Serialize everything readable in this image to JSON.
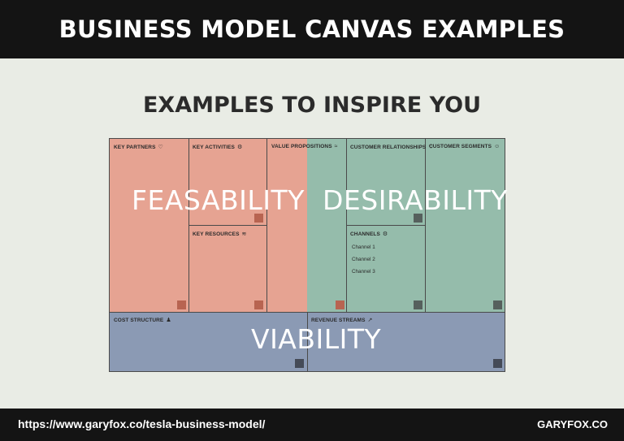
{
  "header": {
    "title": "BUSINESS MODEL CANVAS EXAMPLES"
  },
  "subtitle": "EXAMPLES TO INSPIRE YOU",
  "canvas": {
    "blocks": {
      "key_partners": {
        "label": "KEY PARTNERS",
        "icon": "handshake-icon"
      },
      "key_activities": {
        "label": "KEY ACTIVITIES",
        "icon": "gears-icon"
      },
      "key_resources": {
        "label": "KEY RESOURCES",
        "icon": "factory-icon"
      },
      "value_propositions": {
        "label": "VALUE PROPOSITIONS",
        "icon": "wifi-icon"
      },
      "customer_relationships": {
        "label": "CUSTOMER RELATIONSHIPS",
        "icon": "heart-icon"
      },
      "customer_segments": {
        "label": "CUSTOMER SEGMENTS",
        "icon": "user-icon"
      },
      "channels": {
        "label": "CHANNELS",
        "icon": "gear-icon",
        "items": [
          "Channel 1",
          "Channel 2",
          "Channel 3"
        ]
      },
      "cost_structure": {
        "label": "COST STRUCTURE",
        "icon": "money-bag-icon"
      },
      "revenue_streams": {
        "label": "REVENUE STREAMS",
        "icon": "chart-icon"
      }
    },
    "overlays": {
      "feasability": "FEASABILITY",
      "desirability": "DESIRABILITY",
      "viability": "VIABILITY"
    },
    "colors": {
      "feasability": "#e6a392",
      "desirability": "#95bcab",
      "viability": "#8b9ab4"
    }
  },
  "footer": {
    "url": "https://www.garyfox.co/tesla-business-model/",
    "brand": "GARYFOX.CO"
  }
}
